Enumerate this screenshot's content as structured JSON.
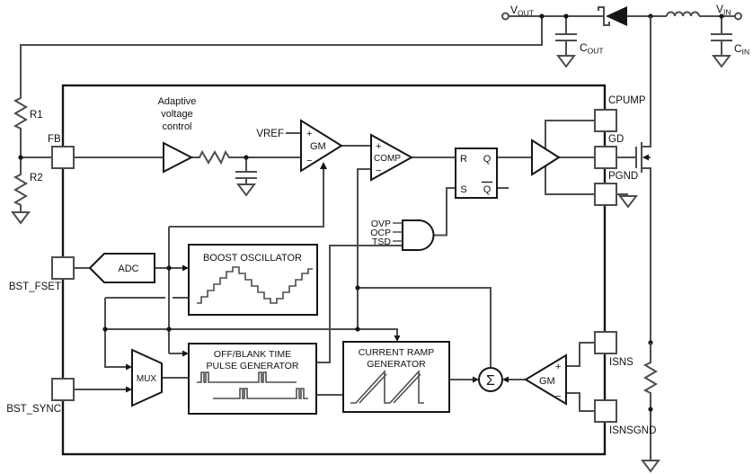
{
  "diagram": {
    "external": {
      "vout_main": "V",
      "vout_sub": "OUT",
      "cout_main": "C",
      "cout_sub": "OUT",
      "vin_main": "V",
      "vin_sub": "IN",
      "cin_main": "C",
      "cin_sub": "IN",
      "r1": "R1",
      "r2": "R2"
    },
    "pins": {
      "fb": "FB",
      "bst_fset": "BST_FSET",
      "bst_sync": "BST_SYNC",
      "cpump": "CPUMP",
      "gd": "GD",
      "pgnd": "PGND",
      "isns": "ISNS",
      "isnsgnd": "ISNSGND"
    },
    "adaptive": {
      "l1": "Adaptive",
      "l2": "voltage",
      "l3": "control"
    },
    "vref": "VREF",
    "gm1": {
      "label": "GM",
      "plus": "+",
      "minus": "−"
    },
    "comp": {
      "label": "COMP",
      "plus": "+",
      "minus": "−"
    },
    "latch": {
      "r": "R",
      "q": "Q",
      "s": "S",
      "qbar": "Q"
    },
    "prot": {
      "ovp": "OVP",
      "ocp": "OCP",
      "tsd": "TSD"
    },
    "osc": "BOOST OSCILLATOR",
    "adc": "ADC",
    "mux": "MUX",
    "pulse": {
      "l1": "OFF/BLANK TIME",
      "l2": "PULSE GENERATOR"
    },
    "ramp": {
      "l1": "CURRENT RAMP",
      "l2": "GENERATOR"
    },
    "sum": "Σ",
    "gm2": {
      "label": "GM",
      "plus": "+",
      "minus": "−"
    },
    "colors": {
      "wire": "#4d4d4d",
      "block": "#161616",
      "background": "#ffffff"
    }
  }
}
